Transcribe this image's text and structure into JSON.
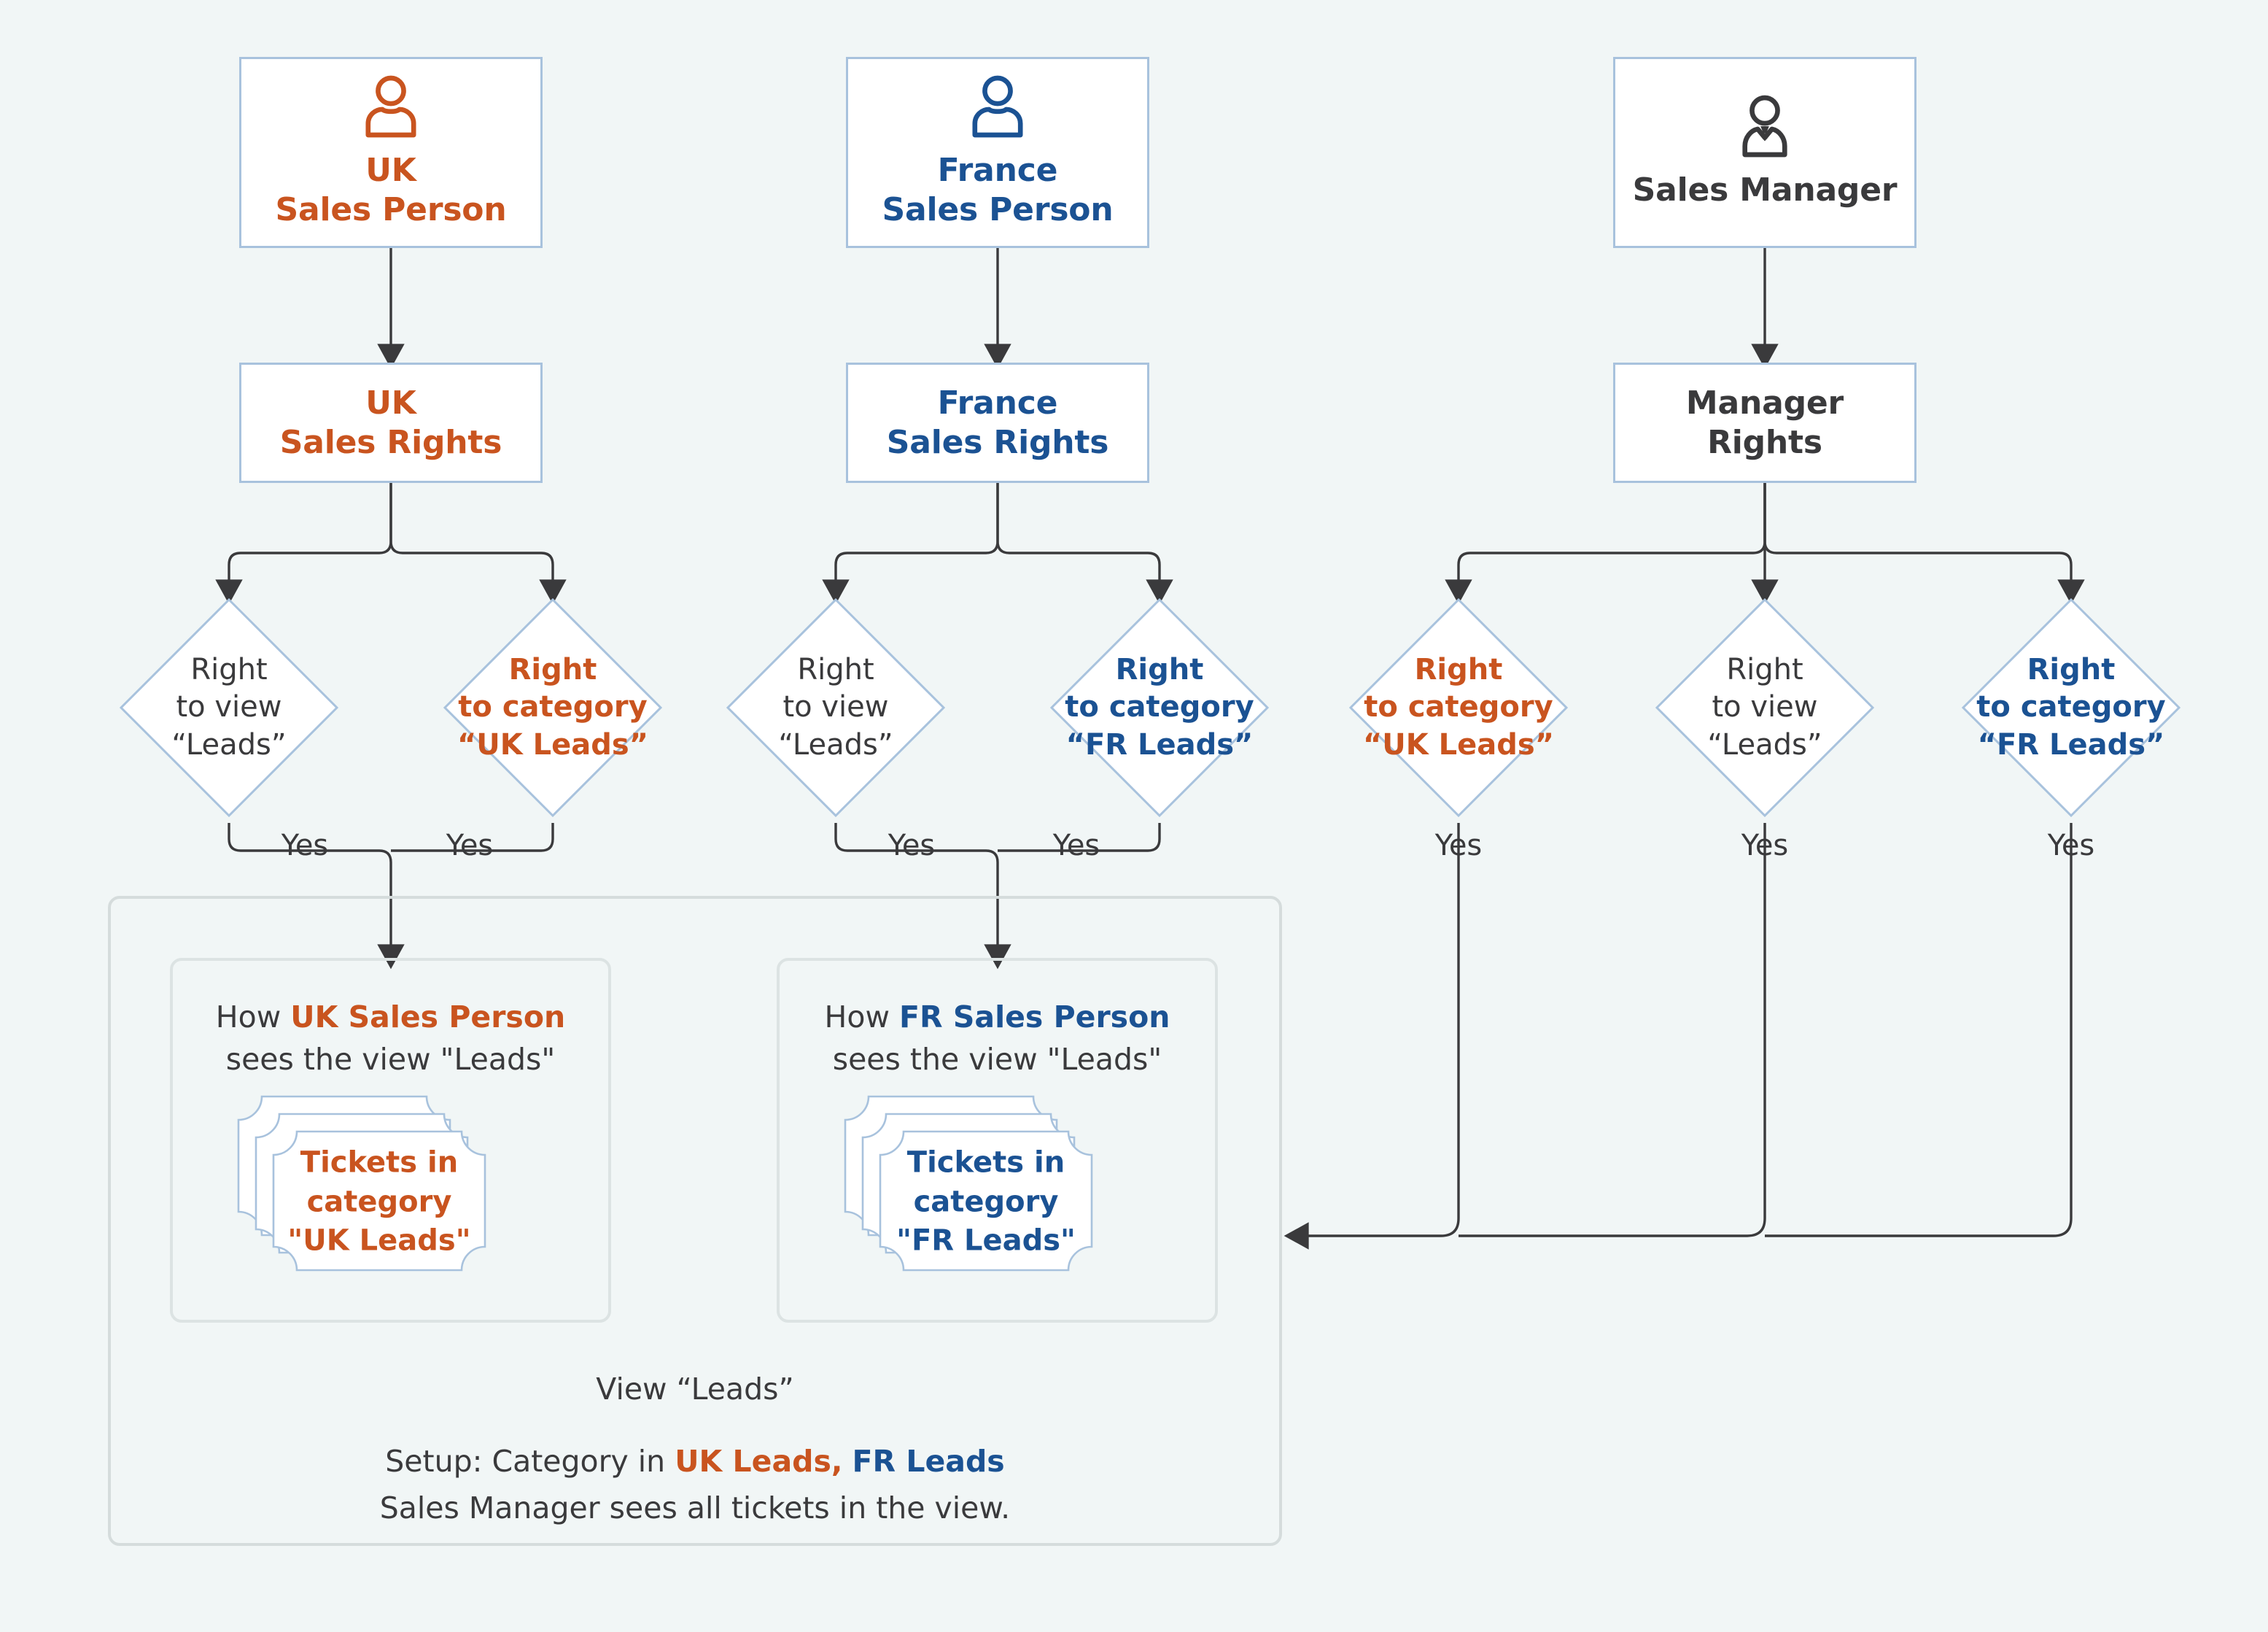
{
  "colors": {
    "background": "#f1f6f6",
    "orange": "#c9541f",
    "blue": "#1b5293",
    "dark": "#3a3a3c",
    "box_border": "#a8c2dd",
    "panel_border": "#d5dcdc",
    "connector": "#3a3a3c"
  },
  "columns": {
    "uk": {
      "persona": {
        "icon": "user-icon",
        "line1": "UK",
        "line2": "Sales Person",
        "color": "orange"
      },
      "rights": {
        "line1": "UK",
        "line2": "Sales Rights",
        "color": "orange"
      },
      "decisions": [
        {
          "line1": "Right",
          "line2": "to view",
          "line3": "“Leads”",
          "color": "dark",
          "bold": false,
          "edge_label": "Yes"
        },
        {
          "line1": "Right",
          "line2": "to category",
          "line3": "“UK Leads”",
          "color": "orange",
          "bold": true,
          "edge_label": "Yes"
        }
      ]
    },
    "france": {
      "persona": {
        "icon": "user-icon",
        "line1": "France",
        "line2": "Sales Person",
        "color": "blue"
      },
      "rights": {
        "line1": "France",
        "line2": "Sales Rights",
        "color": "blue"
      },
      "decisions": [
        {
          "line1": "Right",
          "line2": "to view",
          "line3": "“Leads”",
          "color": "dark",
          "bold": false,
          "edge_label": "Yes"
        },
        {
          "line1": "Right",
          "line2": "to category",
          "line3": "“FR Leads”",
          "color": "blue",
          "bold": true,
          "edge_label": "Yes"
        }
      ]
    },
    "manager": {
      "persona": {
        "icon": "manager-icon",
        "line1": "Sales Manager",
        "line2": "",
        "color": "dark"
      },
      "rights": {
        "line1": "Manager",
        "line2": "Rights",
        "color": "dark"
      },
      "decisions": [
        {
          "line1": "Right",
          "line2": "to category",
          "line3": "“UK Leads”",
          "color": "orange",
          "bold": true,
          "edge_label": "Yes"
        },
        {
          "line1": "Right",
          "line2": "to view",
          "line3": "“Leads”",
          "color": "dark",
          "bold": false,
          "edge_label": "Yes"
        },
        {
          "line1": "Right",
          "line2": "to category",
          "line3": "“FR Leads”",
          "color": "blue",
          "bold": true,
          "edge_label": "Yes"
        }
      ]
    }
  },
  "view_panel": {
    "cards": [
      {
        "head_prefix": "How ",
        "head_persona": "UK Sales Person",
        "head_suffix": "sees the view \"Leads\"",
        "persona_color": "orange",
        "ticket_line1": "Tickets in",
        "ticket_line2": "category",
        "ticket_line3": "\"UK Leads\"",
        "ticket_color": "orange"
      },
      {
        "head_prefix": "How ",
        "head_persona": "FR Sales Person",
        "head_suffix": "sees the view \"Leads\"",
        "persona_color": "blue",
        "ticket_line1": "Tickets in",
        "ticket_line2": "category",
        "ticket_line3": "\"FR Leads\"",
        "ticket_color": "blue"
      }
    ],
    "caption": "View “Leads”",
    "setup_prefix": "Setup: Category in ",
    "setup_uk": "UK Leads,",
    "setup_fr": "FR Leads",
    "setup_line2": "Sales Manager sees all tickets in the view."
  }
}
